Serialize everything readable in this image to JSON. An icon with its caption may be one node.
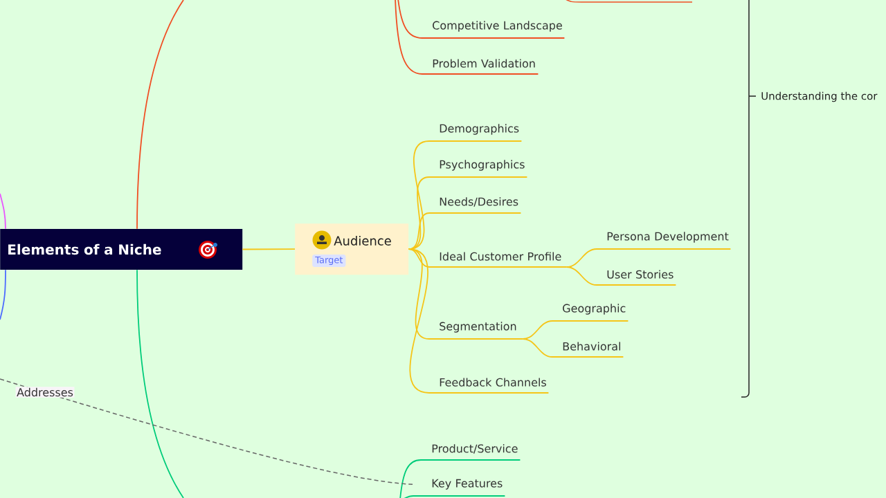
{
  "diagram": {
    "nodes": [
      {
        "text": [
          "Elements of a Niche"
        ]
      },
      {
        "text": [
          "Audience",
          "Target"
        ]
      },
      {
        "text": [
          "Demographics"
        ]
      },
      {
        "text": [
          "Psychographics"
        ]
      },
      {
        "text": [
          "Needs/Desires"
        ]
      },
      {
        "text": [
          "Ideal Customer Profile"
        ]
      },
      {
        "text": [
          "Persona Development"
        ]
      },
      {
        "text": [
          "User Stories"
        ]
      },
      {
        "text": [
          "Segmentation"
        ]
      },
      {
        "text": [
          "Geographic"
        ]
      },
      {
        "text": [
          "Behavioral"
        ]
      },
      {
        "text": [
          "Feedback Channels"
        ]
      },
      {
        "text": [
          "Competitive Landscape"
        ]
      },
      {
        "text": [
          "Problem Validation"
        ]
      },
      {
        "text": [
          "Product/Service"
        ]
      },
      {
        "text": [
          "Key Features"
        ]
      }
    ],
    "edges": [
      {
        "from": 0,
        "to": 1,
        "arrow": "none"
      },
      {
        "from": 1,
        "to": 2,
        "arrow": "none"
      },
      {
        "from": 1,
        "to": 3,
        "arrow": "none"
      },
      {
        "from": 1,
        "to": 4,
        "arrow": "none"
      },
      {
        "from": 1,
        "to": 5,
        "arrow": "none"
      },
      {
        "from": 1,
        "to": 8,
        "arrow": "none"
      },
      {
        "from": 1,
        "to": 11,
        "arrow": "none"
      },
      {
        "from": 5,
        "to": 6,
        "arrow": "none"
      },
      {
        "from": 5,
        "to": 7,
        "arrow": "none"
      },
      {
        "from": 8,
        "to": 9,
        "arrow": "none"
      },
      {
        "from": 8,
        "to": 10,
        "arrow": "none"
      },
      {
        "from": 0,
        "to": null,
        "arrow": "none",
        "color": "#f04e23"
      },
      {
        "from": 0,
        "to": null,
        "arrow": "none",
        "color": "#00cc7a"
      },
      {
        "from": 0,
        "to": null,
        "arrow": "none",
        "color": "#e855ff"
      },
      {
        "from": 0,
        "to": null,
        "arrow": "none",
        "color": "#4d6bff"
      },
      {
        "from": null,
        "to": 12,
        "arrow": "none",
        "color": "#f04e23"
      },
      {
        "from": null,
        "to": 13,
        "arrow": "none",
        "color": "#f04e23"
      },
      {
        "from": null,
        "to": 14,
        "arrow": "none",
        "color": "#00cc7a"
      },
      {
        "from": null,
        "to": 15,
        "arrow": "none",
        "color": "#00cc7a"
      },
      {
        "from": null,
        "to": 15,
        "arrow": "none",
        "style": "dashed",
        "color": "#666666",
        "label": "Addresses"
      }
    ],
    "labels": [
      "Understanding the cor"
    ]
  }
}
